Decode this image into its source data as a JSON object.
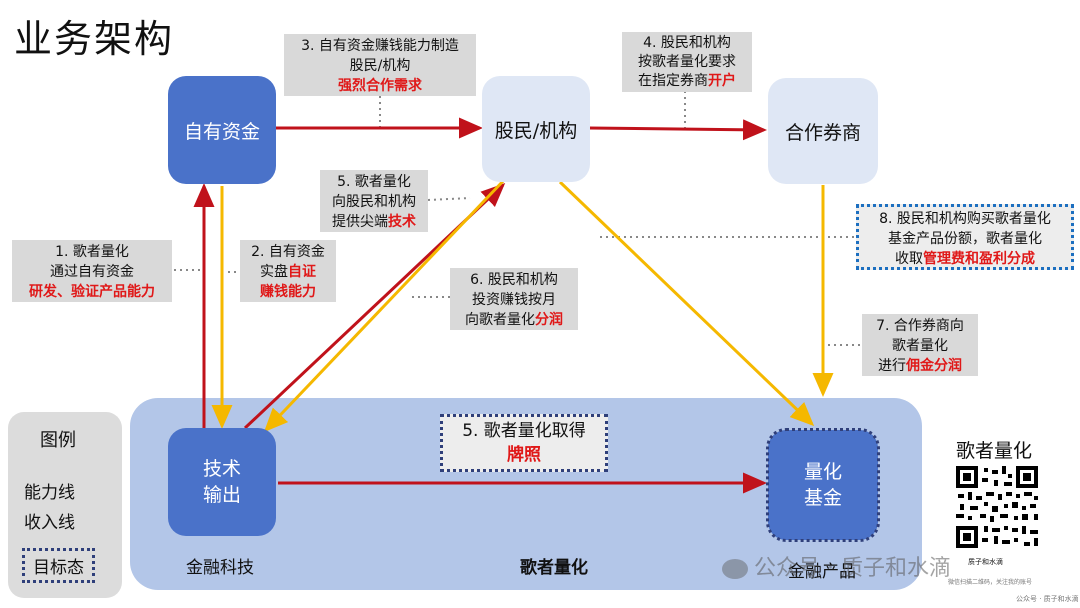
{
  "title": "业务架构",
  "nodes": {
    "own_funds": "自有资金",
    "investors": "股民/机构",
    "brokers": "合作券商",
    "tech_output": "技术\n输出",
    "quant_fund": "量化\n基金"
  },
  "region_labels": {
    "fintech": "金融科技",
    "gezhe": "歌者量化",
    "products": "金融产品"
  },
  "notes": {
    "n1": {
      "lines": [
        "1. 歌者量化",
        "通过自有资金"
      ],
      "highlight": "研发、验证产品能力"
    },
    "n2": {
      "lines": [
        "2. 自有资金",
        "实盘"
      ],
      "inline_highlight": "自证",
      "highlight": "赚钱能力"
    },
    "n3": {
      "lines": [
        "3. 自有资金赚钱能力制造",
        "股民/机构"
      ],
      "highlight": "强烈合作需求"
    },
    "n4": {
      "lines": [
        "4. 股民和机构",
        "按歌者量化要求"
      ],
      "last_prefix": "在指定券商",
      "highlight": "开户"
    },
    "n5": {
      "lines": [
        "5. 歌者量化",
        "向股民和机构"
      ],
      "last_prefix": "提供尖端",
      "highlight": "技术"
    },
    "n6": {
      "lines": [
        "6. 股民和机构",
        "投资赚钱按月"
      ],
      "last_prefix": "向歌者量化",
      "highlight": "分润"
    },
    "n7": {
      "lines": [
        "7. 合作券商向",
        "歌者量化"
      ],
      "last_prefix": "进行",
      "highlight": "佣金分润"
    },
    "n8": {
      "lines": [
        "8. 股民和机构购买歌者量化",
        "基金产品份额，歌者量化"
      ],
      "last_prefix": "收取",
      "highlight": "管理费和盈利分成"
    },
    "license": {
      "line": "5. 歌者量化取得",
      "highlight": "牌照"
    }
  },
  "legend": {
    "title": "图例",
    "capability": "能力线",
    "income": "收入线",
    "goal": "目标态"
  },
  "qr": {
    "label": "歌者量化",
    "caption": "质子和水滴",
    "small_text": "微信扫描二维码，关注我的账号"
  },
  "watermark": {
    "text": "公众号 · 质子和水滴",
    "corner": "公众号 · 质子和水滴"
  },
  "colors": {
    "capability_line": "#c0121b",
    "income_line": "#f5b800",
    "node_dark": "#4a72c9",
    "node_light": "#dfe7f5",
    "region": "#b3c6e8",
    "highlight": "#e01818"
  }
}
